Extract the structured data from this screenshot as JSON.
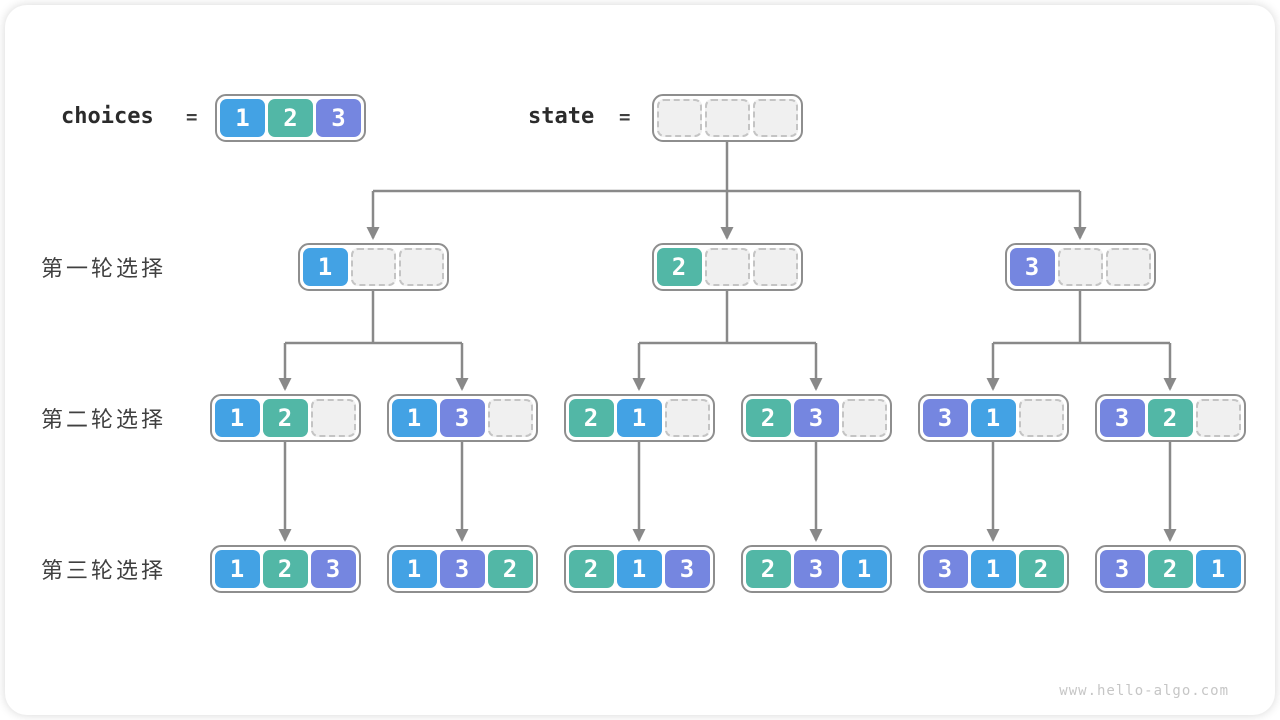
{
  "header": {
    "choices_label": "choices",
    "state_label": "state",
    "equals": "="
  },
  "choices": {
    "cells": [
      "1",
      "2",
      "3"
    ]
  },
  "state": {
    "cells": [
      null,
      null,
      null
    ]
  },
  "rows": [
    {
      "label": "第一轮选择"
    },
    {
      "label": "第二轮选择"
    },
    {
      "label": "第三轮选择"
    }
  ],
  "tree": {
    "level1": [
      [
        "1",
        null,
        null
      ],
      [
        "2",
        null,
        null
      ],
      [
        "3",
        null,
        null
      ]
    ],
    "level2": [
      [
        "1",
        "2",
        null
      ],
      [
        "1",
        "3",
        null
      ],
      [
        "2",
        "1",
        null
      ],
      [
        "2",
        "3",
        null
      ],
      [
        "3",
        "1",
        null
      ],
      [
        "3",
        "2",
        null
      ]
    ],
    "level3": [
      [
        "1",
        "2",
        "3"
      ],
      [
        "1",
        "3",
        "2"
      ],
      [
        "2",
        "1",
        "3"
      ],
      [
        "2",
        "3",
        "1"
      ],
      [
        "3",
        "1",
        "2"
      ],
      [
        "3",
        "2",
        "1"
      ]
    ]
  },
  "colors": {
    "value_1": "#43a2e4",
    "value_2": "#52b7a6",
    "value_3": "#7586e0",
    "empty_cell_fill": "#f0f0f0",
    "empty_cell_border": "#c4c4c4",
    "box_border": "#8e8e8e",
    "connector": "#898989",
    "cell_text": "#ffffff",
    "label_text": "#404040"
  },
  "watermark": "www.hello-algo.com"
}
